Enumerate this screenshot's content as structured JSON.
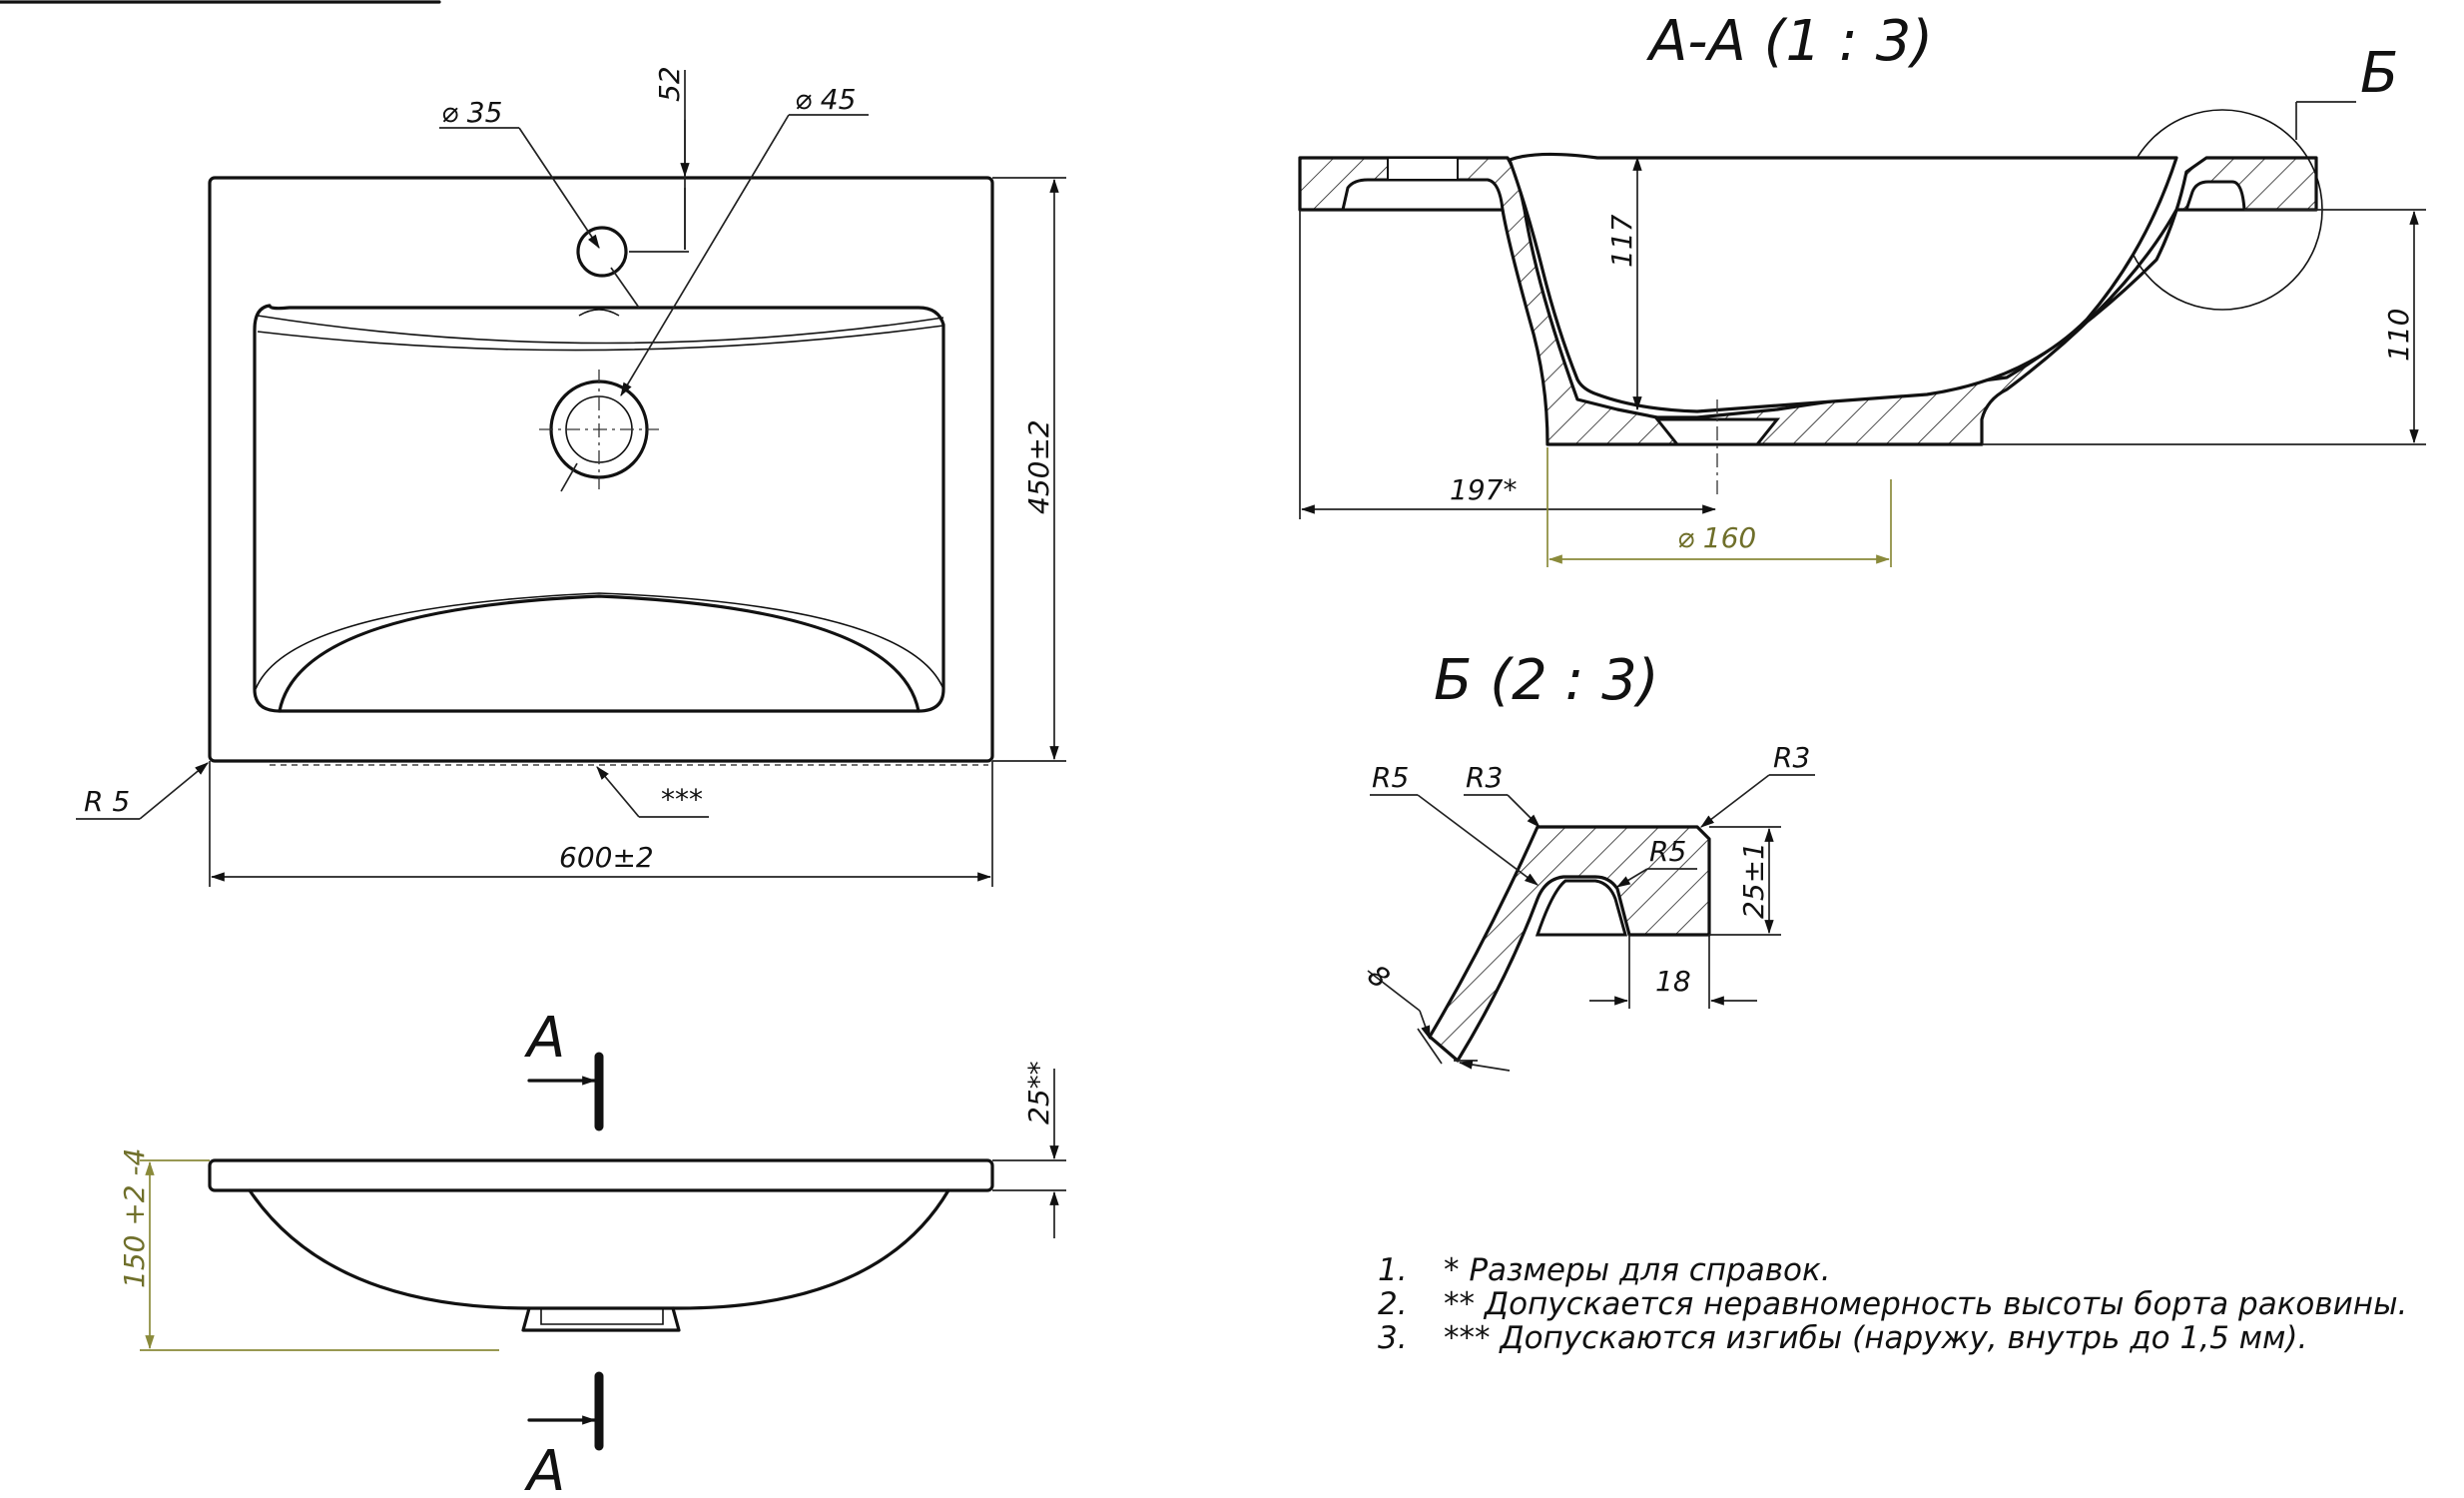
{
  "plan_view": {
    "dim_faucet_hole": "⌀ 35",
    "dim_faucet_offset": "52",
    "dim_drain_hole": "⌀ 45",
    "dim_depth": "450±2",
    "dim_width": "600±2",
    "dim_corner_radius": "R 5",
    "note_marker": "***"
  },
  "front_view": {
    "dim_rim": "25**",
    "dim_height": "150 +2 -4",
    "section_letter_top": "А",
    "section_letter_bottom": "А"
  },
  "section_aa": {
    "title": "А-А (1 : 3)",
    "detail_callout": "Б",
    "dim_bowl_depth": "117",
    "dim_height": "110",
    "dim_offset": "197*",
    "dim_drain_diameter": "⌀ 160"
  },
  "detail_b": {
    "title": "Б (2 : 3)",
    "r5_outer": "R5",
    "r3_left": "R3",
    "r3_right": "R3",
    "r5_inner": "R5",
    "dim_rim": "25±1",
    "dim_width": "18",
    "dim_wall": "8"
  },
  "notes": [
    {
      "num": "1.",
      "text": "*    Размеры для справок."
    },
    {
      "num": "2.",
      "text": "** Допускается неравномерность высоты борта   раковины."
    },
    {
      "num": "3.",
      "text": "*** Допускаются изгибы (наружу, внутрь до 1,5 мм)."
    }
  ]
}
